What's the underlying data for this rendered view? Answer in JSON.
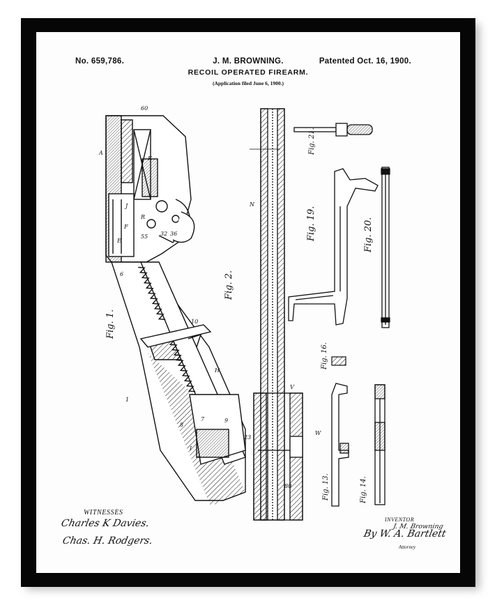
{
  "header": {
    "patent_number": "No. 659,786.",
    "inventor_name": "J. M. BROWNING.",
    "patent_date": "Patented Oct. 16, 1900.",
    "title": "RECOIL OPERATED FIREARM.",
    "application": "(Application filed June 6, 1900.)"
  },
  "figures": {
    "fig1": "Fig. 1.",
    "fig2": "Fig. 2.",
    "fig13": "Fig. 13.",
    "fig14": "Fig. 14.",
    "fig16": "Fig. 16.",
    "fig19": "Fig. 19.",
    "fig20": "Fig. 20.",
    "fig21": "Fig. 21."
  },
  "refs": {
    "r60": "60",
    "rJ": "J",
    "rA": "A",
    "rK": "K",
    "rE": "E",
    "rF": "F",
    "rR": "R",
    "r32": "32",
    "r36": "36",
    "r55": "55",
    "r6": "6",
    "r10": "10",
    "rH": "H",
    "rI": "I",
    "r8": "8",
    "r7": "7",
    "r9": "9",
    "r1": "1",
    "rN": "N",
    "r23": "23",
    "rW": "W",
    "rV": "V",
    "r80": "80"
  },
  "witnesses": {
    "label": "WITNESSES",
    "signature_1": "Charles K Davies.",
    "signature_2": "Chas. H. Rodgers."
  },
  "inventor": {
    "label": "INVENTOR",
    "signature": "J. M. Browning",
    "by_attorney": "By W. A. Bartlett",
    "attorney_label": "Attorney"
  }
}
